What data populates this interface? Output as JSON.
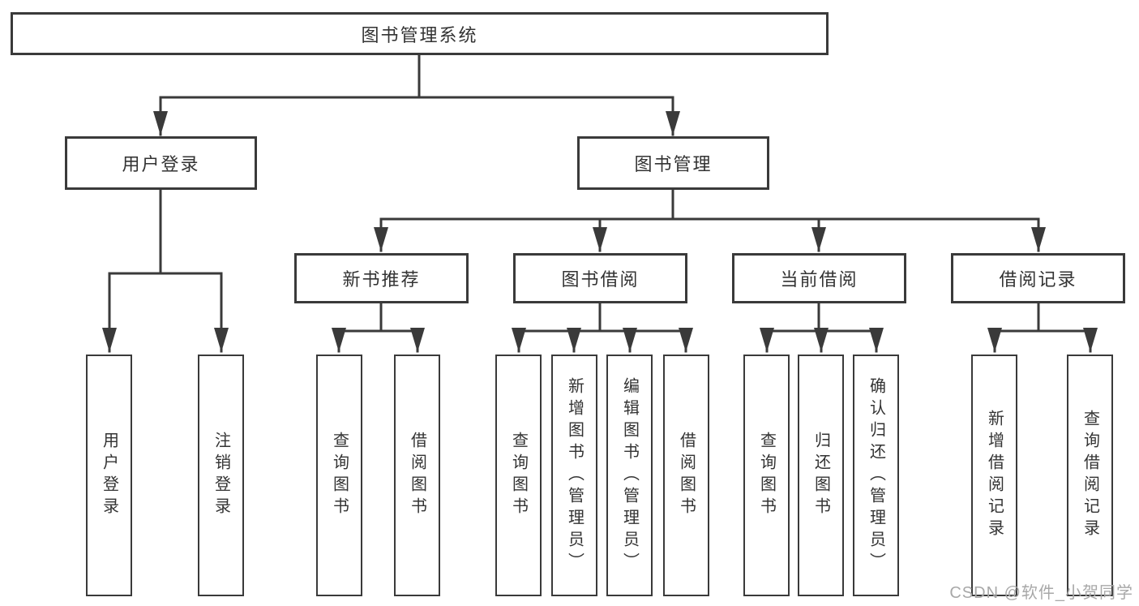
{
  "diagram": {
    "root": {
      "label": "图书管理系统"
    },
    "level2": [
      {
        "label": "用户登录"
      },
      {
        "label": "图书管理"
      }
    ],
    "level3": [
      {
        "label": "新书推荐"
      },
      {
        "label": "图书借阅"
      },
      {
        "label": "当前借阅"
      },
      {
        "label": "借阅记录"
      }
    ],
    "leaves": [
      {
        "label": "用户登录"
      },
      {
        "label": "注销登录"
      },
      {
        "label": "查询图书"
      },
      {
        "label": "借阅图书"
      },
      {
        "label": "查询图书"
      },
      {
        "label": "新增图书（管理员）"
      },
      {
        "label": "编辑图书（管理员）"
      },
      {
        "label": "借阅图书"
      },
      {
        "label": "查询图书"
      },
      {
        "label": "归还图书"
      },
      {
        "label": "确认归还（管理员）"
      },
      {
        "label": "新增借阅记录"
      },
      {
        "label": "查询借阅记录"
      }
    ],
    "hierarchy": {
      "图书管理系统": {
        "用户登录": [
          "用户登录",
          "注销登录"
        ],
        "图书管理": {
          "新书推荐": [
            "查询图书",
            "借阅图书"
          ],
          "图书借阅": [
            "查询图书",
            "新增图书（管理员）",
            "编辑图书（管理员）",
            "借阅图书"
          ],
          "当前借阅": [
            "查询图书",
            "归还图书",
            "确认归还（管理员）"
          ],
          "借阅记录": [
            "新增借阅记录",
            "查询借阅记录"
          ]
        }
      }
    }
  },
  "watermark": {
    "text": "CSDN @软件_小贺同学"
  },
  "colors": {
    "line": "#3a3a3a",
    "box_border": "#3a3a3a",
    "text": "#333333",
    "watermark": "#a8a8a8",
    "background": "#ffffff"
  }
}
